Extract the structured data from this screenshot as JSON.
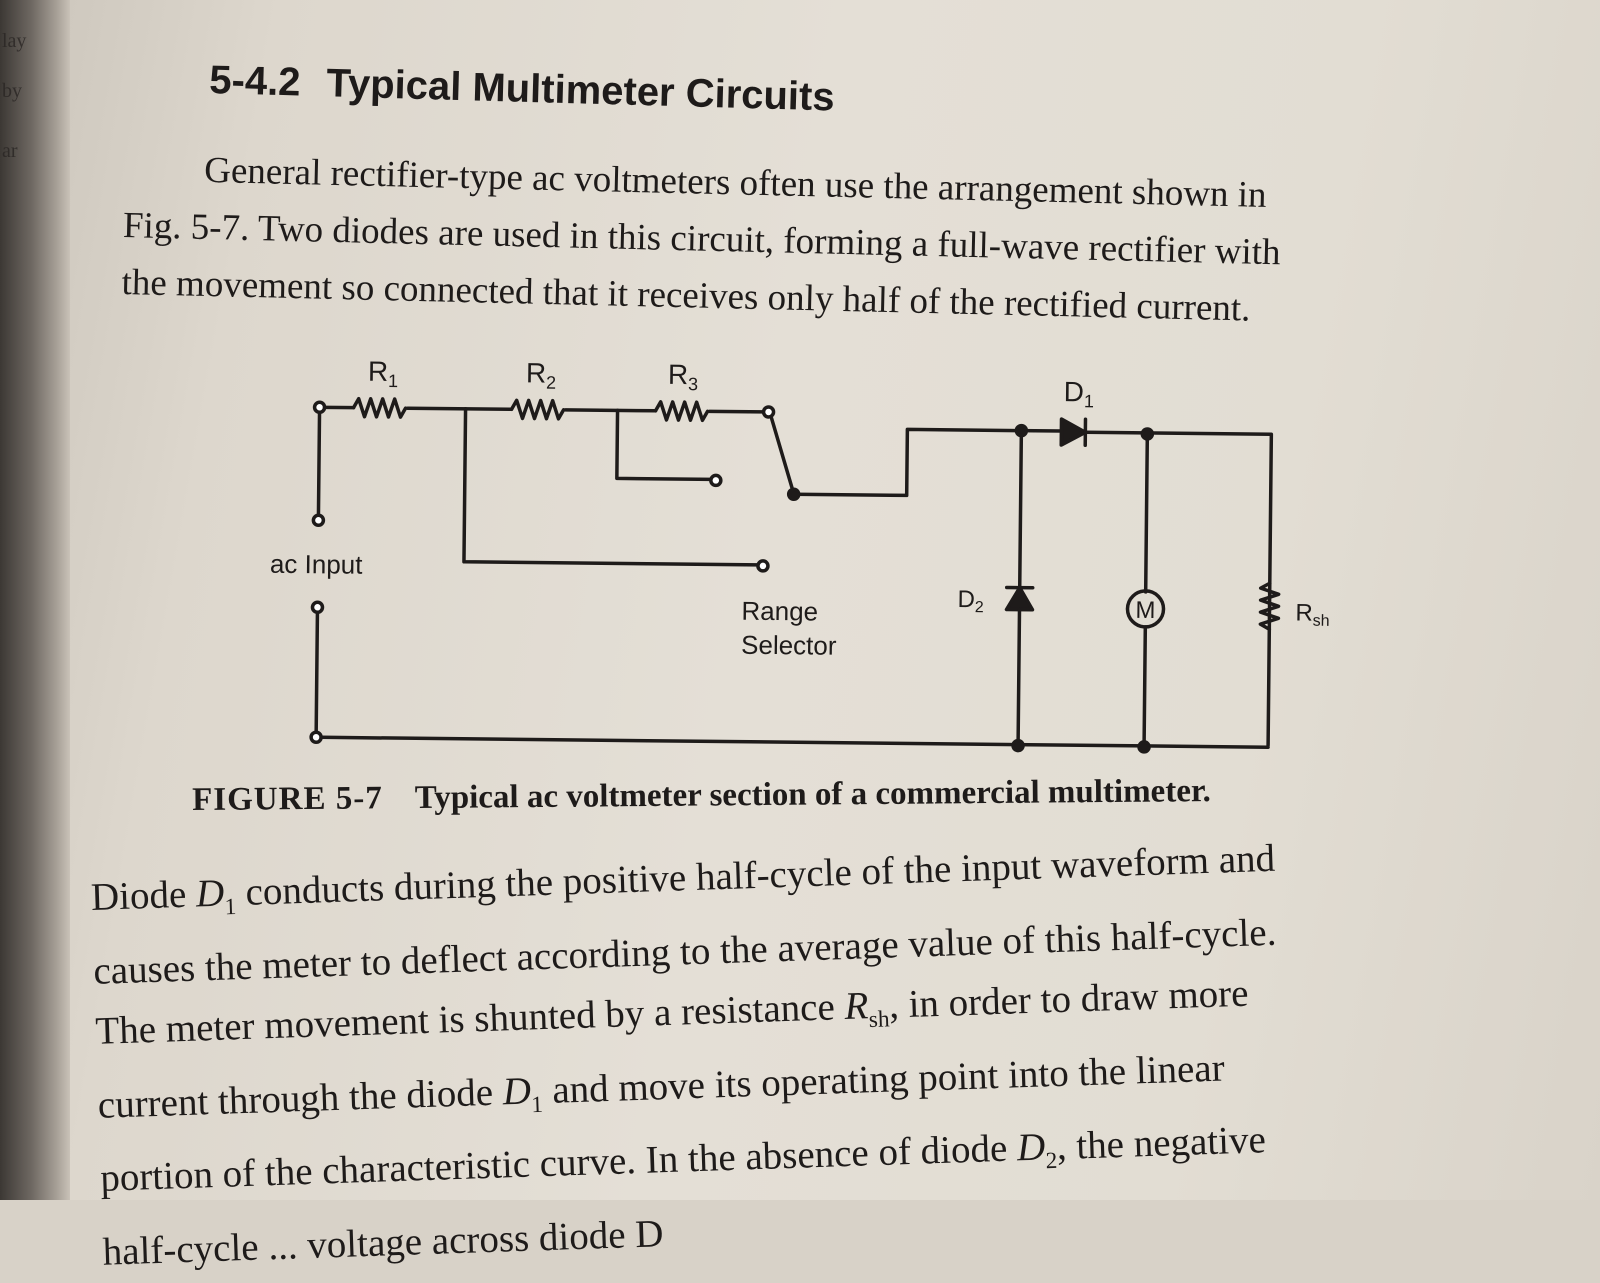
{
  "binding_fragments": [
    "lay",
    "by",
    "ar"
  ],
  "section": {
    "number": "5-4.2",
    "title": "Typical Multimeter Circuits"
  },
  "intro": {
    "lines": [
      "General rectifier-type ac voltmeters often use the arrangement shown in",
      "Fig. 5-7. Two diodes are used in this circuit, forming a full-wave rectifier with",
      "the movement so connected that it receives only half of the rectified current."
    ]
  },
  "figure": {
    "labels": {
      "r1": "R",
      "r1_sub": "1",
      "r2": "R",
      "r2_sub": "2",
      "r3": "R",
      "r3_sub": "3",
      "d1": "D",
      "d1_sub": "1",
      "d2": "D",
      "d2_sub": "2",
      "meter": "M",
      "rsh": "R",
      "rsh_sub": "sh",
      "ac_input": "ac Input",
      "range_line1": "Range",
      "range_line2": "Selector"
    },
    "caption_tag": "FIGURE 5-7",
    "caption_text": "Typical ac voltmeter section of a commercial multimeter."
  },
  "body": {
    "line1_a": "Diode ",
    "line1_var": "D",
    "line1_sub": "1",
    "line1_b": " conducts during the positive half-cycle of the input waveform and",
    "line2": "causes the meter to deflect according to the average value of this half-cycle.",
    "line3_a": "The meter movement is shunted by a resistance ",
    "line3_var": "R",
    "line3_sub": "sh",
    "line3_b": ", in order to draw more",
    "line4_a": "current through the diode ",
    "line4_var": "D",
    "line4_sub": "1",
    "line4_b": " and move its operating point into the linear",
    "line5_a": "portion of the characteristic curve. In the absence of diode ",
    "line5_var": "D",
    "line5_sub": "2",
    "line5_b": ", the negative",
    "line6": "half-cycle ... voltage across diode D"
  }
}
